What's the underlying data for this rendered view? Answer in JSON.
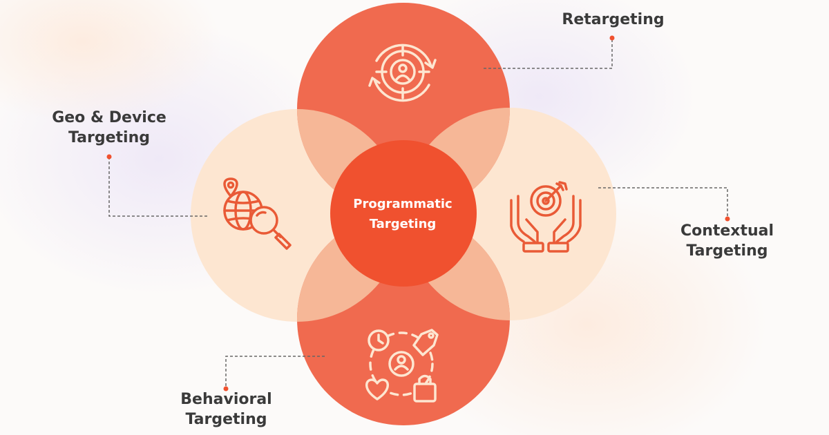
{
  "hub": {
    "lines": [
      "Programmatic",
      "Targeting"
    ],
    "color": "#f0512f"
  },
  "nodes": [
    {
      "id": "retargeting",
      "lines": [
        "Retargeting"
      ],
      "icon": "retargeting-cycle-icon",
      "color": "#f06a4f"
    },
    {
      "id": "geo-device",
      "lines": [
        "Geo & Device",
        "Targeting"
      ],
      "icon": "globe-search-icon",
      "color": "#fde6d1"
    },
    {
      "id": "contextual",
      "lines": [
        "Contextual",
        "Targeting"
      ],
      "icon": "target-hands-icon",
      "color": "#fde6d1"
    },
    {
      "id": "behavioral",
      "lines": [
        "Behavioral",
        "Targeting"
      ],
      "icon": "behavior-user-icon",
      "color": "#f06a4f"
    }
  ],
  "colors": {
    "accent": "#f0512f",
    "label_text": "#3a3a3a",
    "connector": "#666666",
    "icon_on_dark": "#fde6d1",
    "icon_on_light": "#e95a36",
    "overlap": "#f6b797"
  }
}
